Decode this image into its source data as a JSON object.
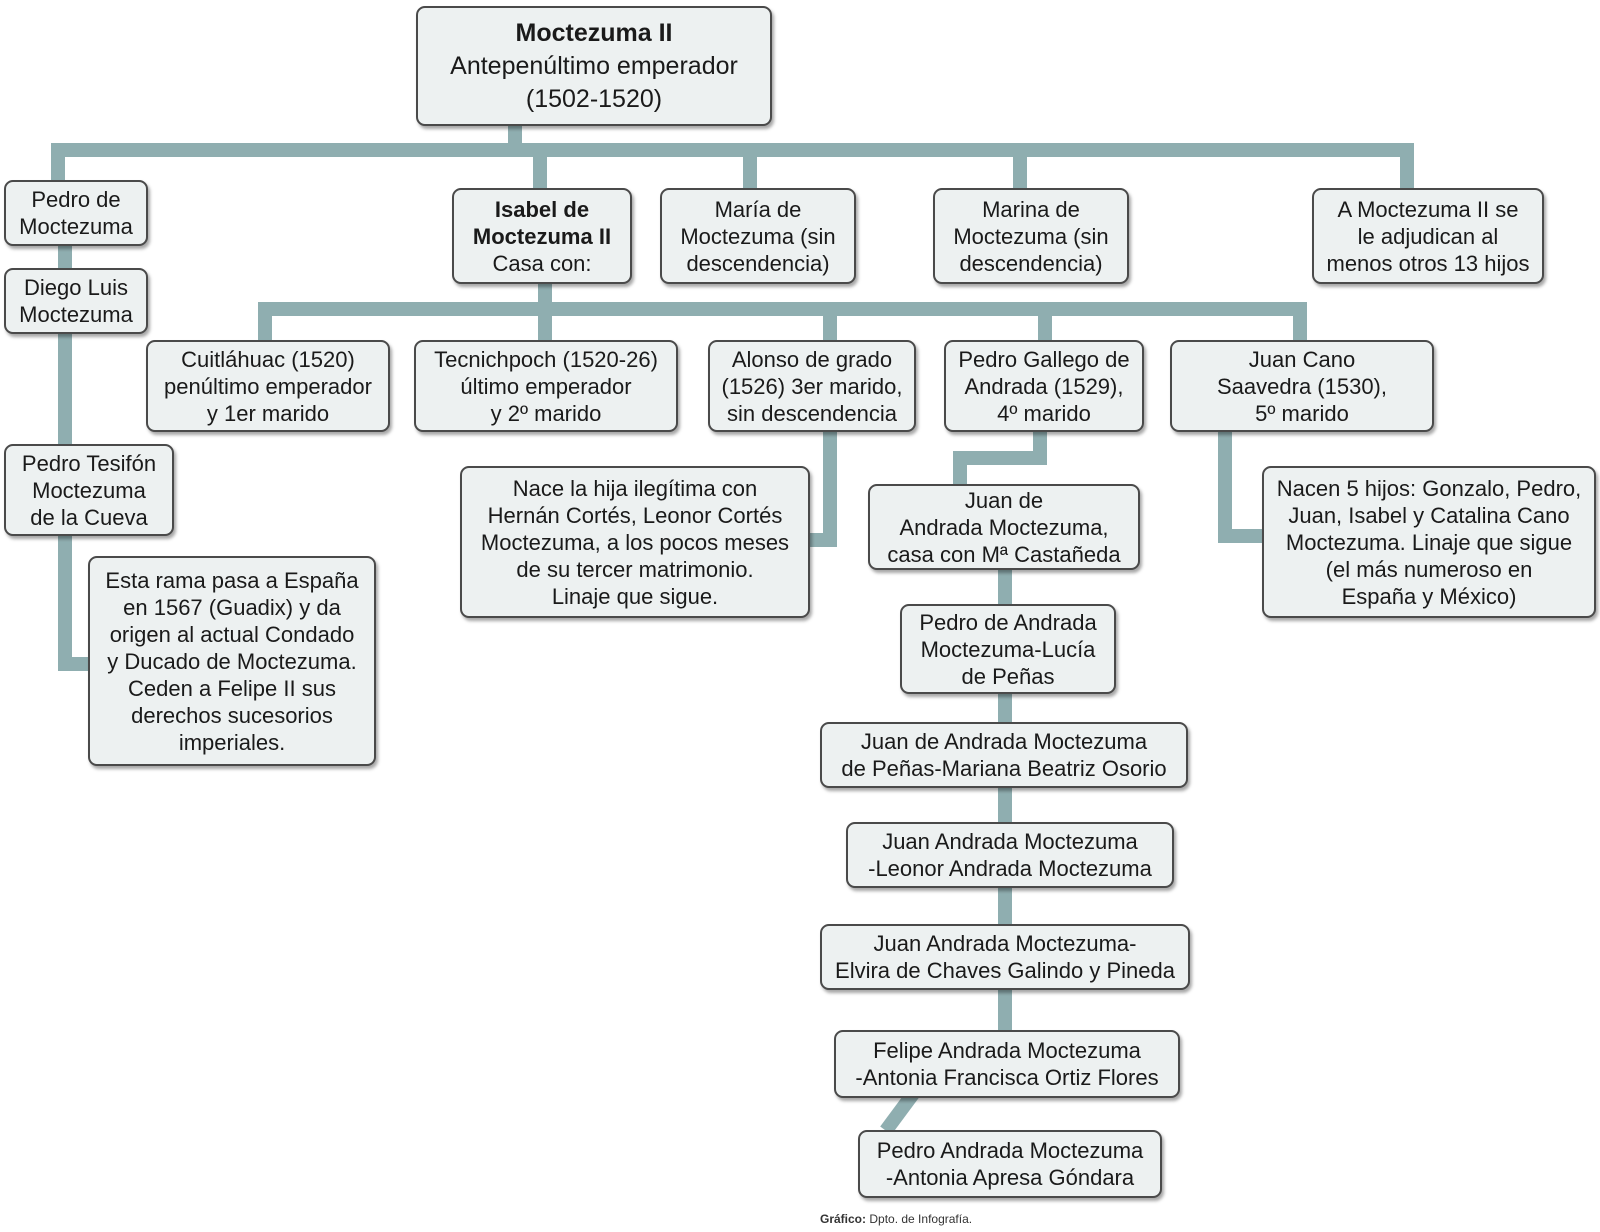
{
  "colors": {
    "connector": "#8faeb0",
    "box_fill": "#edf1f1",
    "box_border": "#4a4a4a"
  },
  "root": {
    "name": "Moctezuma II",
    "title": "Antepenúltimo emperador",
    "dates": "(1502-1520)"
  },
  "children": {
    "pedro": "Pedro de\nMoctezuma",
    "isabel_name": "Isabel de\nMoctezuma II",
    "isabel_sub": "Casa con:",
    "maria": "María de\nMoctezuma (sin\ndescendencia)",
    "marina": "Marina de\nMoctezuma (sin\ndescendencia)",
    "otros": "A Moctezuma II se\nle adjudican al\nmenos otros 13 hijos"
  },
  "pedro_line": {
    "diego": "Diego Luis\nMoctezuma",
    "tesifon": "Pedro Tesifón\nMoctezuma\nde la Cueva",
    "espana_note": "Esta rama pasa a España\nen 1567 (Guadix) y da\norigen al actual Condado\ny Ducado de Moctezuma.\nCeden a Felipe II sus\nderechos sucesorios\nimperiales."
  },
  "husbands": {
    "cuitlahuac": "Cuitláhuac (1520)\npenúltimo emperador\ny 1er marido",
    "tecnichpoch": "Tecnichpoch (1520-26)\núltimo emperador\ny 2º marido",
    "alonso": "Alonso de grado\n(1526) 3er marido,\nsin descendencia",
    "pedro_gallego": "Pedro Gallego de\nAndrada (1529),\n4º marido",
    "juan_cano": "Juan Cano\nSaavedra (1530),\n5º marido"
  },
  "notes": {
    "leonor": "Nace la hija ilegítima con\nHernán Cortés, Leonor Cortés\nMoctezuma, a los pocos meses\nde su tercer matrimonio.\nLinaje que sigue.",
    "cano_hijos": "Nacen 5 hijos: Gonzalo, Pedro,\nJuan, Isabel y Catalina Cano\nMoctezuma. Linaje que sigue\n(el más numeroso en\nEspaña y México)"
  },
  "andrada_line": [
    "Juan de\nAndrada Moctezuma,\ncasa con Mª Castañeda",
    "Pedro de Andrada\nMoctezuma-Lucía\nde Peñas",
    "Juan de Andrada Moctezuma\nde Peñas-Mariana Beatriz Osorio",
    "Juan Andrada Moctezuma\n-Leonor Andrada Moctezuma",
    "Juan Andrada Moctezuma-\nElvira de Chaves Galindo y Pineda",
    "Felipe Andrada Moctezuma\n-Antonia Francisca Ortiz Flores",
    "Pedro Andrada Moctezuma\n-Antonia Apresa Góndara"
  ],
  "credit": {
    "label": "Gráfico:",
    "text": "Dpto. de Infografía."
  }
}
